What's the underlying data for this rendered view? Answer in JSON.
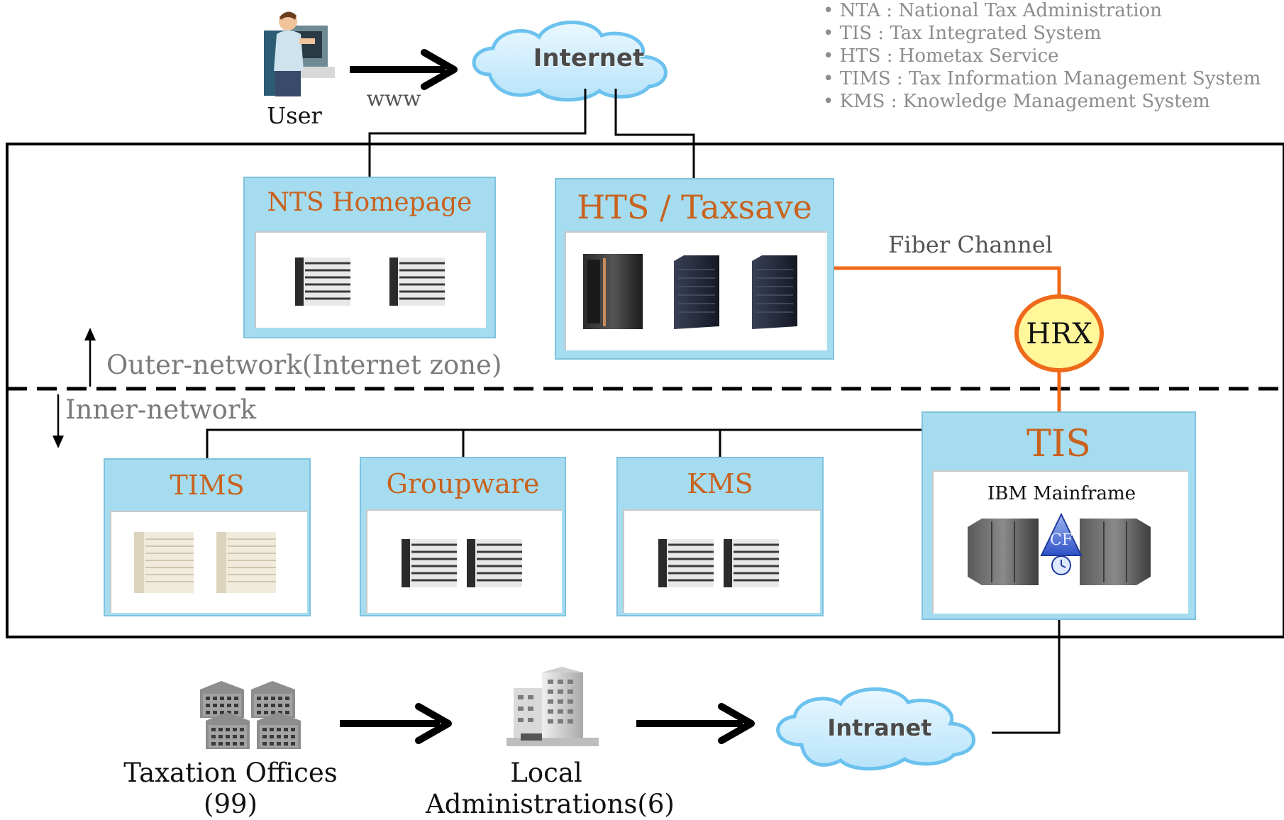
{
  "legend": [
    "• NTA : National Tax Administration",
    "• TIS : Tax Integrated System",
    "• HTS : Hometax Service",
    "• TIMS : Tax Information Management System",
    "• KMS : Knowledge Management System"
  ],
  "top": {
    "user_label": "User",
    "www_label": "www",
    "internet_label": "Internet"
  },
  "zones": {
    "outer": "Outer-network(Internet zone)",
    "inner": "Inner-network"
  },
  "panels": {
    "nts": "NTS Homepage",
    "hts": "HTS / Taxsave",
    "tims": "TIMS",
    "groupware": "Groupware",
    "kms": "KMS",
    "tis": "TIS",
    "tis_sub": "IBM Mainframe",
    "cf_label": "CF"
  },
  "links": {
    "fiber_channel": "Fiber Channel",
    "hrx": "HRX"
  },
  "bottom": {
    "taxation_offices_line1": "Taxation Offices",
    "taxation_offices_line2": "(99)",
    "local_admin_line1": "Local",
    "local_admin_line2": "Administrations(6)",
    "intranet_label": "Intranet"
  },
  "colors": {
    "panel_fill": "#a6dcef",
    "panel_title": "#c8621e",
    "fiber": "#ee6a1a",
    "hrx_fill": "#fff799"
  }
}
